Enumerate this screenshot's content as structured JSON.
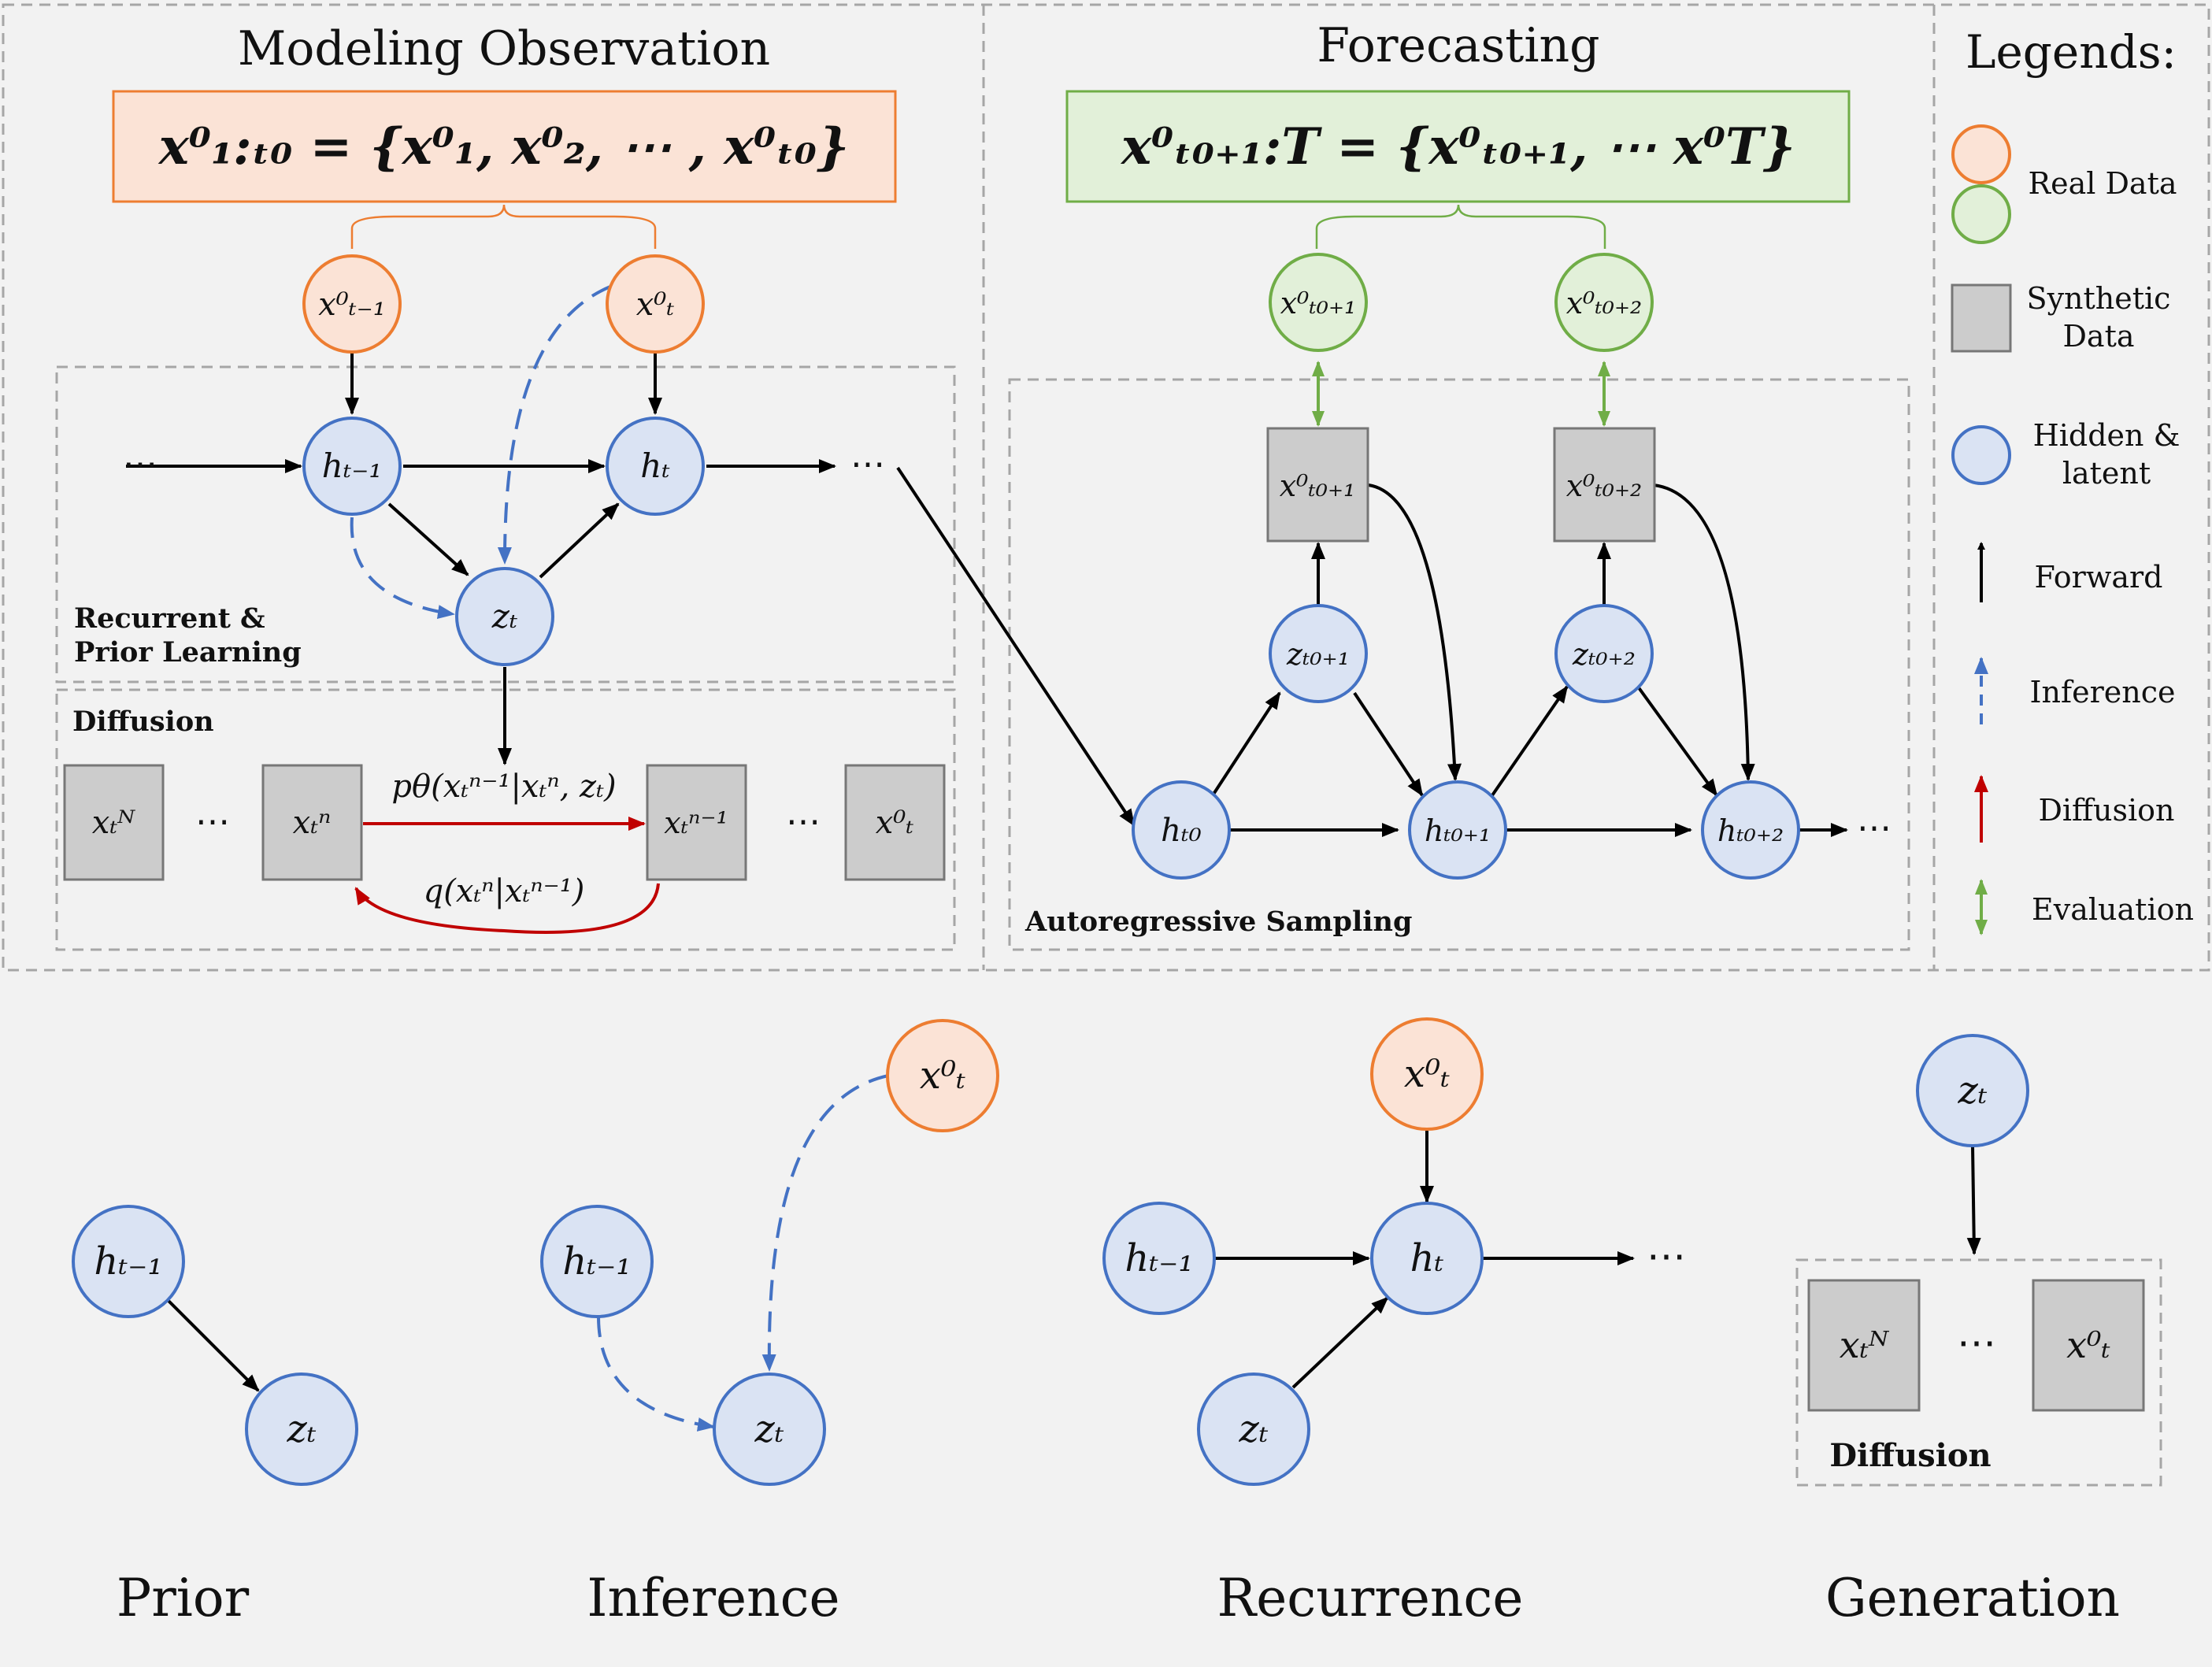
{
  "colors": {
    "background": "#f2f2f2",
    "real_orange_fill": "#fbe3d6",
    "real_orange_stroke": "#ed7d31",
    "real_green_fill": "#e2f0d9",
    "real_green_stroke": "#70ad47",
    "hidden_fill": "#dae3f3",
    "hidden_stroke": "#4472c4",
    "synthetic_fill": "#cccccc",
    "synthetic_stroke": "#777777",
    "forward": "#000000",
    "inference": "#4472c4",
    "diffusion": "#c00000",
    "evaluation": "#70ad47",
    "dashed_border": "#a6a6a6"
  },
  "panels": {
    "modeling_title": "Modeling Observation",
    "modeling_formula": "x⁰₁:ₜ₀ = {x⁰₁, x⁰₂, ⋯ , x⁰ₜ₀}",
    "forecasting_title": "Forecasting",
    "forecasting_formula": "x⁰ₜ₀₊₁:T = {x⁰ₜ₀₊₁, ⋯ x⁰T}",
    "recurrent_label_1": "Recurrent &",
    "recurrent_label_2": "Prior Learning",
    "diffusion_label": "Diffusion",
    "autoregressive_label": "Autoregressive Sampling",
    "p_theta": "pθ(xₜⁿ⁻¹|xₜⁿ, zₜ)",
    "q_label": "q(xₜⁿ|xₜⁿ⁻¹)"
  },
  "nodes": {
    "x_t_minus_1_0": "x⁰ₜ₋₁",
    "x_t_0": "x⁰ₜ",
    "h_t_minus_1": "hₜ₋₁",
    "h_t": "hₜ",
    "z_t": "zₜ",
    "x_t_N": "xₜᴺ",
    "x_t_n": "xₜⁿ",
    "x_t_n_minus_1": "xₜⁿ⁻¹",
    "x_t0_plus_1_0": "x⁰ₜ₀₊₁",
    "x_t0_plus_2_0": "x⁰ₜ₀₊₂",
    "z_t0_plus_1": "zₜ₀₊₁",
    "z_t0_plus_2": "zₜ₀₊₂",
    "h_t0": "hₜ₀",
    "h_t0_plus_1": "hₜ₀₊₁",
    "h_t0_plus_2": "hₜ₀₊₂",
    "dots": "⋯"
  },
  "legend": {
    "title": "Legends:",
    "real_data": "Real Data",
    "synthetic_1": "Synthetic",
    "synthetic_2": "Data",
    "hidden_1": "Hidden &",
    "hidden_2": "latent",
    "forward": "Forward",
    "inference": "Inference",
    "diffusion": "Diffusion",
    "evaluation": "Evaluation"
  },
  "bottom": {
    "prior": "Prior",
    "inference": "Inference",
    "recurrence": "Recurrence",
    "generation": "Generation",
    "diffusion_label": "Diffusion"
  }
}
